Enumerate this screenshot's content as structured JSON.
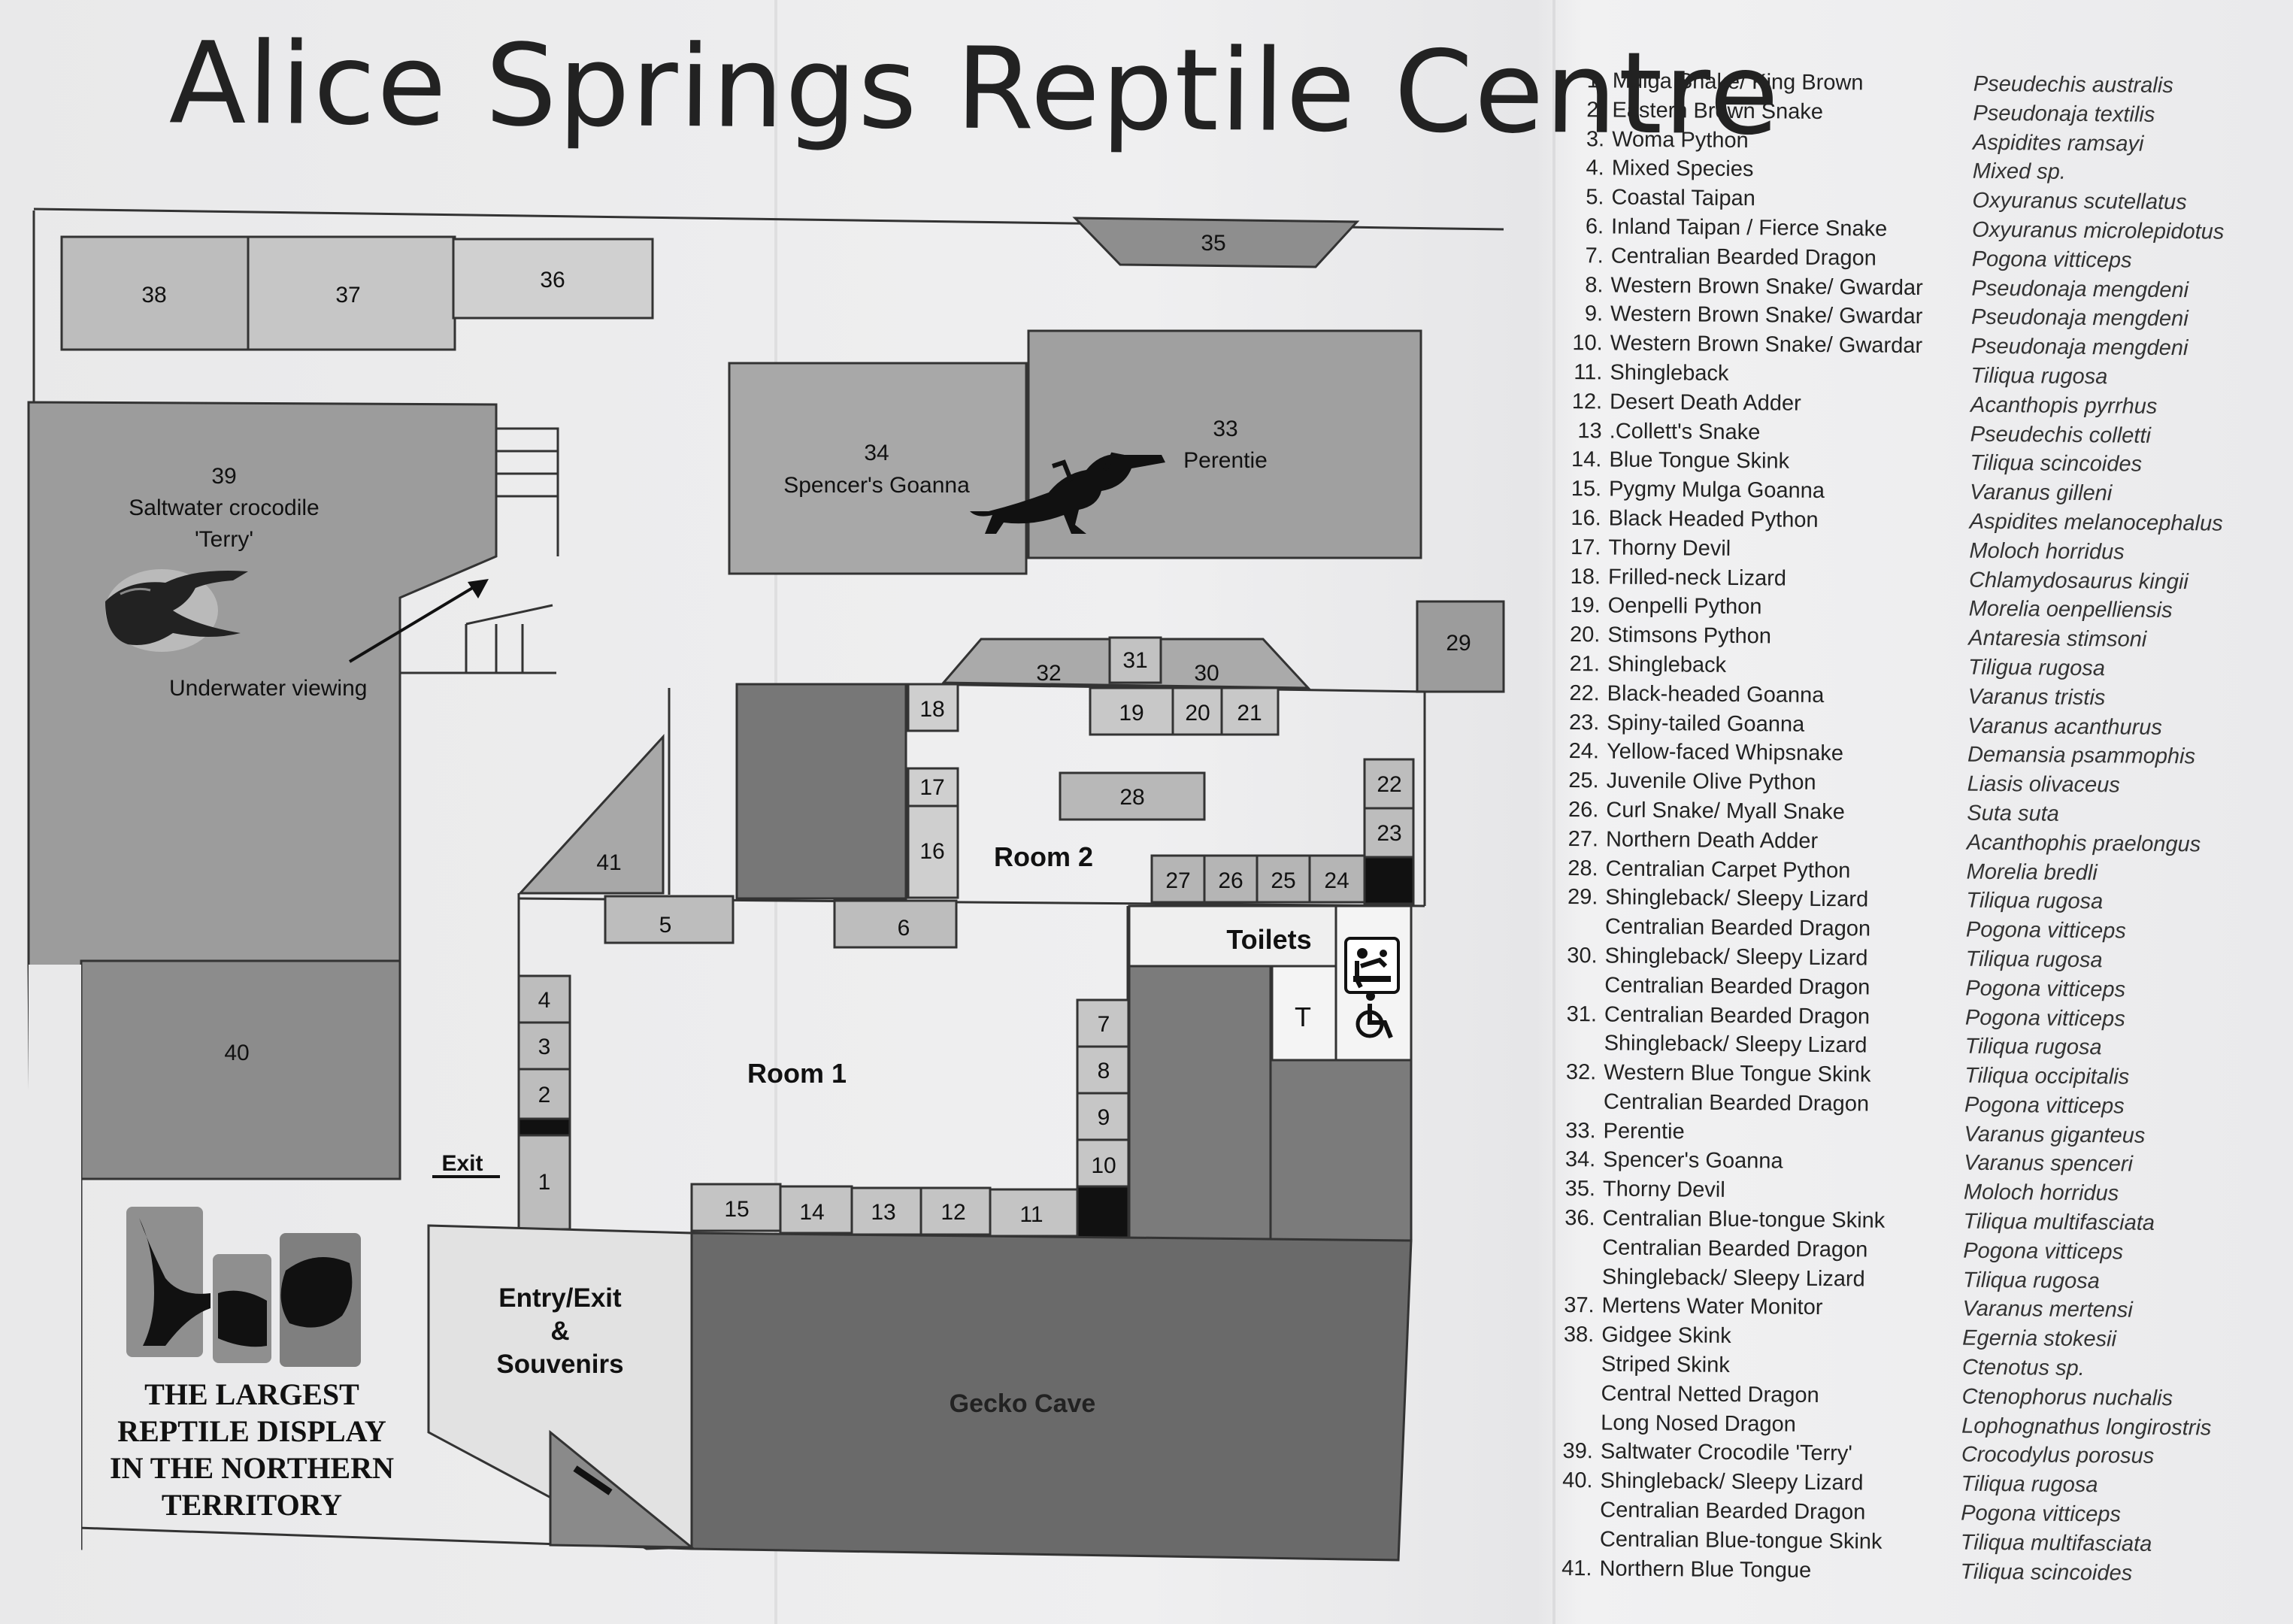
{
  "title": "Alice Springs Reptile Centre",
  "tagline": [
    "THE LARGEST",
    "REPTILE DISPLAY",
    "IN THE NORTHERN",
    "TERRITORY"
  ],
  "rooms": {
    "room1": "Room 1",
    "room2": "Room 2",
    "toilets": "Toilets",
    "toilet_t": "T",
    "gecko_cave": "Gecko Cave",
    "entry": [
      "Entry/Exit",
      "&",
      "Souvenirs"
    ],
    "exit": "Exit",
    "underwater": "Underwater viewing"
  },
  "enclosure_labels": {
    "e39": [
      "39",
      "Saltwater crocodile",
      "'Terry'"
    ],
    "e34": [
      "34",
      "Spencer's Goanna"
    ],
    "e33": [
      "33",
      "Perentie"
    ]
  },
  "icons": [
    "baby-change-icon",
    "wheelchair-icon",
    "crocodile-icon",
    "goanna-icon"
  ],
  "legend": [
    {
      "num": "1.",
      "common": "Mulga Snake/ King Brown",
      "sci": "Pseudechis australis"
    },
    {
      "num": "2.",
      "common": "Eastern Brown Snake",
      "sci": "Pseudonaja textilis"
    },
    {
      "num": "3.",
      "common": "Woma Python",
      "sci": "Aspidites ramsayi"
    },
    {
      "num": "4.",
      "common": "Mixed Species",
      "sci": "Mixed sp."
    },
    {
      "num": "5.",
      "common": "Coastal Taipan",
      "sci": "Oxyuranus scutellatus"
    },
    {
      "num": "6.",
      "common": "Inland Taipan / Fierce Snake",
      "sci": "Oxyuranus microlepidotus"
    },
    {
      "num": "7.",
      "common": "Centralian Bearded Dragon",
      "sci": "Pogona vitticeps"
    },
    {
      "num": "8.",
      "common": "Western Brown Snake/ Gwardar",
      "sci": "Pseudonaja mengdeni"
    },
    {
      "num": "9.",
      "common": "Western Brown Snake/ Gwardar",
      "sci": "Pseudonaja mengdeni"
    },
    {
      "num": "10.",
      "common": "Western Brown Snake/ Gwardar",
      "sci": "Pseudonaja mengdeni"
    },
    {
      "num": "11.",
      "common": "Shingleback",
      "sci": "Tiliqua rugosa"
    },
    {
      "num": "12.",
      "common": "Desert Death Adder",
      "sci": "Acanthopis pyrrhus"
    },
    {
      "num": "13",
      "common": ".Collett's Snake",
      "sci": "Pseudechis colletti"
    },
    {
      "num": "14.",
      "common": "Blue Tongue Skink",
      "sci": "Tiliqua scincoides"
    },
    {
      "num": "15.",
      "common": "Pygmy Mulga Goanna",
      "sci": "Varanus gilleni"
    },
    {
      "num": "16.",
      "common": "Black Headed Python",
      "sci": "Aspidites melanocephalus"
    },
    {
      "num": "17.",
      "common": "Thorny Devil",
      "sci": "Moloch horridus"
    },
    {
      "num": "18.",
      "common": "Frilled-neck Lizard",
      "sci": "Chlamydosaurus kingii"
    },
    {
      "num": "19.",
      "common": "Oenpelli Python",
      "sci": "Morelia oenpelliensis"
    },
    {
      "num": "20.",
      "common": "Stimsons Python",
      "sci": "Antaresia stimsoni"
    },
    {
      "num": "21.",
      "common": "Shingleback",
      "sci": "Tiligua rugosa"
    },
    {
      "num": "22.",
      "common": "Black-headed Goanna",
      "sci": "Varanus tristis"
    },
    {
      "num": "23.",
      "common": "Spiny-tailed Goanna",
      "sci": "Varanus acanthurus"
    },
    {
      "num": "24.",
      "common": "Yellow-faced Whipsnake",
      "sci": "Demansia psammophis"
    },
    {
      "num": "25.",
      "common": "Juvenile Olive Python",
      "sci": "Liasis olivaceus"
    },
    {
      "num": "26.",
      "common": "Curl Snake/ Myall Snake",
      "sci": "Suta suta"
    },
    {
      "num": "27.",
      "common": "Northern Death Adder",
      "sci": "Acanthophis praelongus"
    },
    {
      "num": "28.",
      "common": "Centralian Carpet Python",
      "sci": "Morelia bredli"
    },
    {
      "num": "29.",
      "common": "Shingleback/ Sleepy Lizard",
      "sci": "Tiliqua rugosa"
    },
    {
      "num": "",
      "common": "Centralian Bearded Dragon",
      "sci": "Pogona vitticeps"
    },
    {
      "num": "30.",
      "common": "Shingleback/ Sleepy Lizard",
      "sci": "Tiliqua rugosa"
    },
    {
      "num": "",
      "common": "Centralian Bearded Dragon",
      "sci": "Pogona vitticeps"
    },
    {
      "num": "31.",
      "common": "Centralian Bearded Dragon",
      "sci": "Pogona vitticeps"
    },
    {
      "num": "",
      "common": "Shingleback/ Sleepy Lizard",
      "sci": "Tiliqua rugosa"
    },
    {
      "num": "32.",
      "common": "Western Blue Tongue Skink",
      "sci": "Tiliqua occipitalis"
    },
    {
      "num": "",
      "common": "Centralian Bearded Dragon",
      "sci": "Pogona vitticeps"
    },
    {
      "num": "33.",
      "common": "Perentie",
      "sci": "Varanus giganteus"
    },
    {
      "num": "34.",
      "common": "Spencer's Goanna",
      "sci": "Varanus spenceri"
    },
    {
      "num": "35.",
      "common": "Thorny Devil",
      "sci": "Moloch horridus"
    },
    {
      "num": "36.",
      "common": "Centralian Blue-tongue Skink",
      "sci": "Tiliqua multifasciata"
    },
    {
      "num": "",
      "common": "Centralian Bearded Dragon",
      "sci": "Pogona vitticeps"
    },
    {
      "num": "",
      "common": "Shingleback/ Sleepy Lizard",
      "sci": "Tiliqua rugosa"
    },
    {
      "num": "37.",
      "common": "Mertens Water Monitor",
      "sci": "Varanus mertensi"
    },
    {
      "num": "38.",
      "common": "Gidgee Skink",
      "sci": "Egernia stokesii"
    },
    {
      "num": "",
      "common": "Striped Skink",
      "sci": "Ctenotus sp."
    },
    {
      "num": "",
      "common": "Central Netted Dragon",
      "sci": "Ctenophorus nuchalis"
    },
    {
      "num": "",
      "common": "Long Nosed Dragon",
      "sci": "Lophognathus longirostris"
    },
    {
      "num": "39.",
      "common": "Saltwater Crocodile 'Terry'",
      "sci": "Crocodylus porosus"
    },
    {
      "num": "40.",
      "common": "Shingleback/ Sleepy Lizard",
      "sci": "Tiliqua rugosa"
    },
    {
      "num": "",
      "common": "Centralian Bearded Dragon",
      "sci": "Pogona vitticeps"
    },
    {
      "num": "",
      "common": "Centralian Blue-tongue Skink",
      "sci": "Tiliqua multifasciata"
    },
    {
      "num": "41.",
      "common": "Northern Blue Tongue",
      "sci": "Tiliqua scincoides"
    }
  ]
}
